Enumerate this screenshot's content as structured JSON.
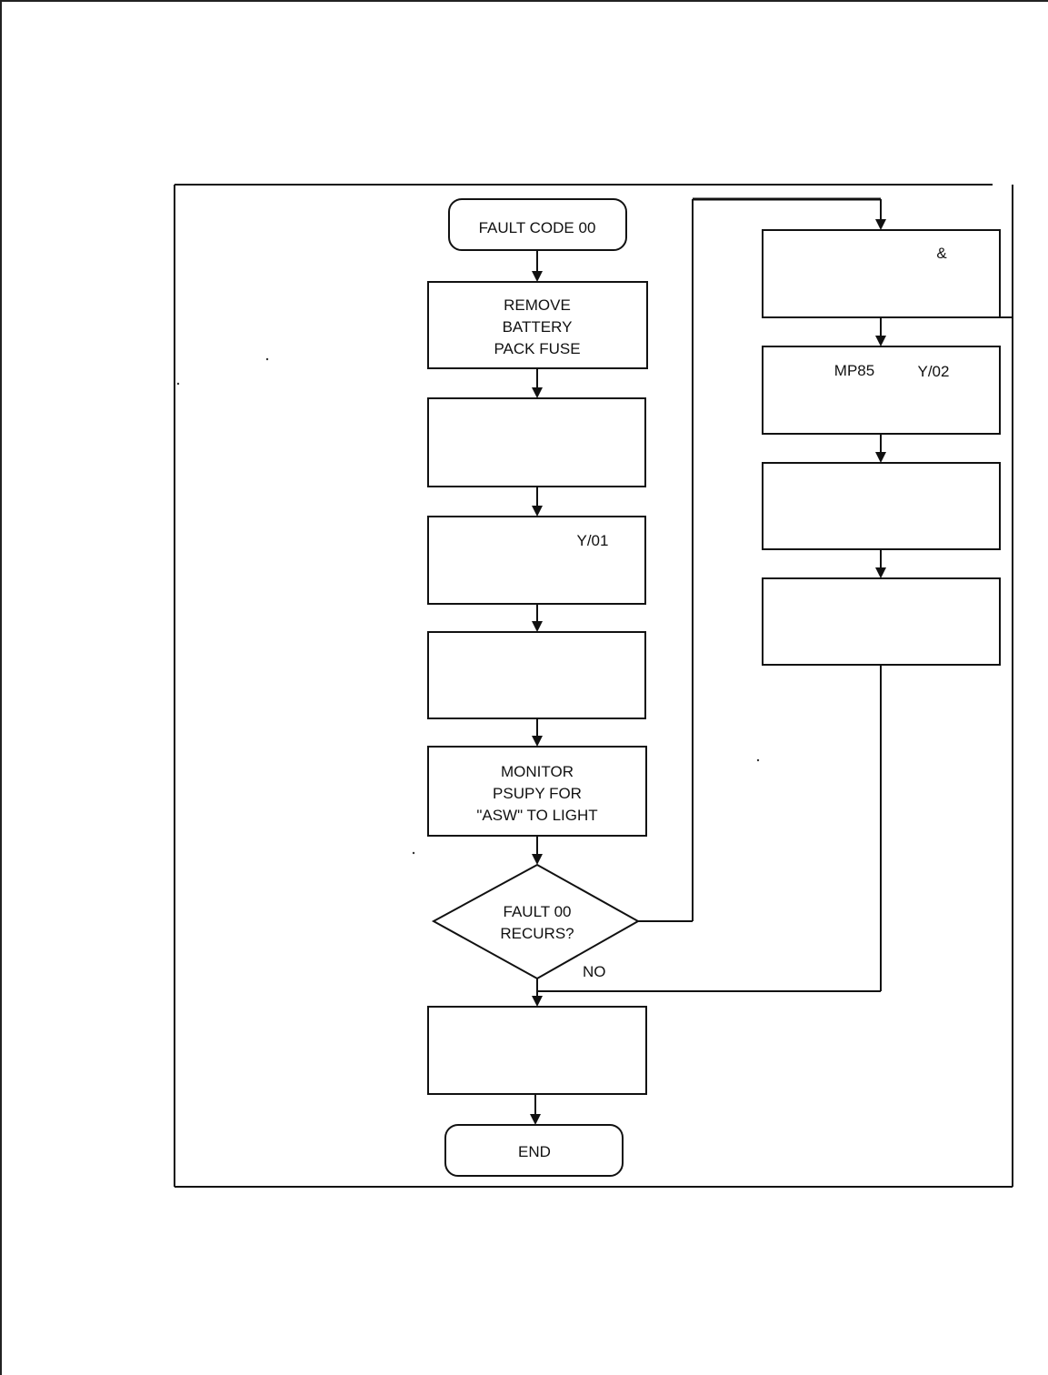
{
  "flowchart": {
    "start": "FAULT CODE 00",
    "remove_fuse": [
      "REMOVE",
      "BATTERY",
      "PACK FUSE"
    ],
    "step_y01": "Y/01",
    "monitor": [
      "MONITOR",
      "PSUPY FOR",
      "\"ASW\" TO LIGHT"
    ],
    "decision": [
      "FAULT 00",
      "RECURS?"
    ],
    "no_label": "NO",
    "end": "END",
    "right_step1": "&",
    "right_step2_a": "MP85",
    "right_step2_b": "Y/02"
  }
}
